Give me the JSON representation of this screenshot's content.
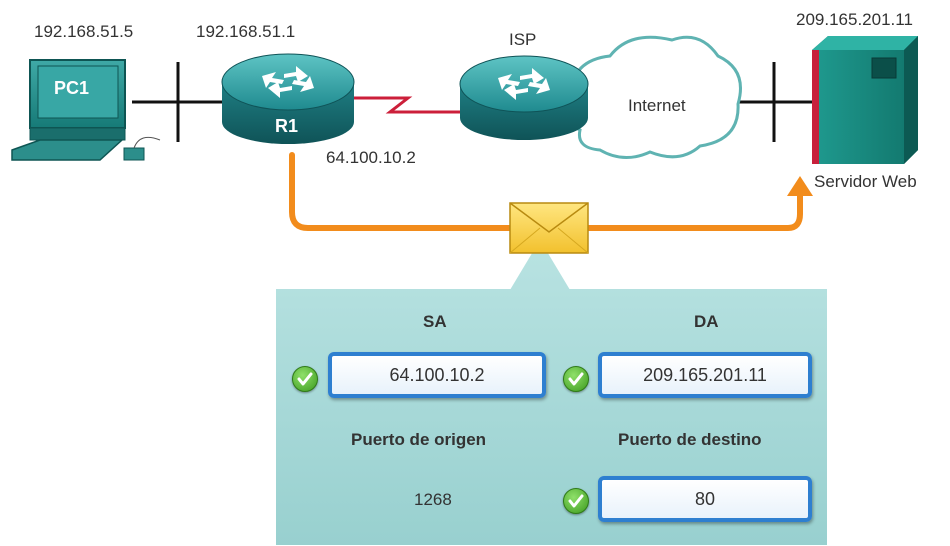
{
  "network": {
    "pc_ip": "192.168.51.5",
    "router_ip": "192.168.51.1",
    "isp_label": "ISP",
    "server_ip": "209.165.201.11",
    "pc_name": "PC1",
    "router_name": "R1",
    "router_wan_ip": "64.100.10.2",
    "cloud_label": "Internet",
    "server_label": "Servidor Web"
  },
  "packet": {
    "sa_header": "SA",
    "da_header": "DA",
    "sa_value": "64.100.10.2",
    "da_value": "209.165.201.11",
    "src_port_header": "Puerto de origen",
    "dst_port_header": "Puerto de destino",
    "src_port_value": "1268",
    "dst_port_value": "80"
  },
  "colors": {
    "flow_arrow": "#f28c1c",
    "serial_link": "#cc1f3a",
    "router": "#1f8a8f",
    "panel": "#a6d9d8",
    "field_border": "#2e7fd0",
    "check": "#4caf27"
  },
  "icons": [
    "pc-icon",
    "router-icon",
    "cloud-icon",
    "server-icon",
    "envelope-icon",
    "check-icon"
  ]
}
